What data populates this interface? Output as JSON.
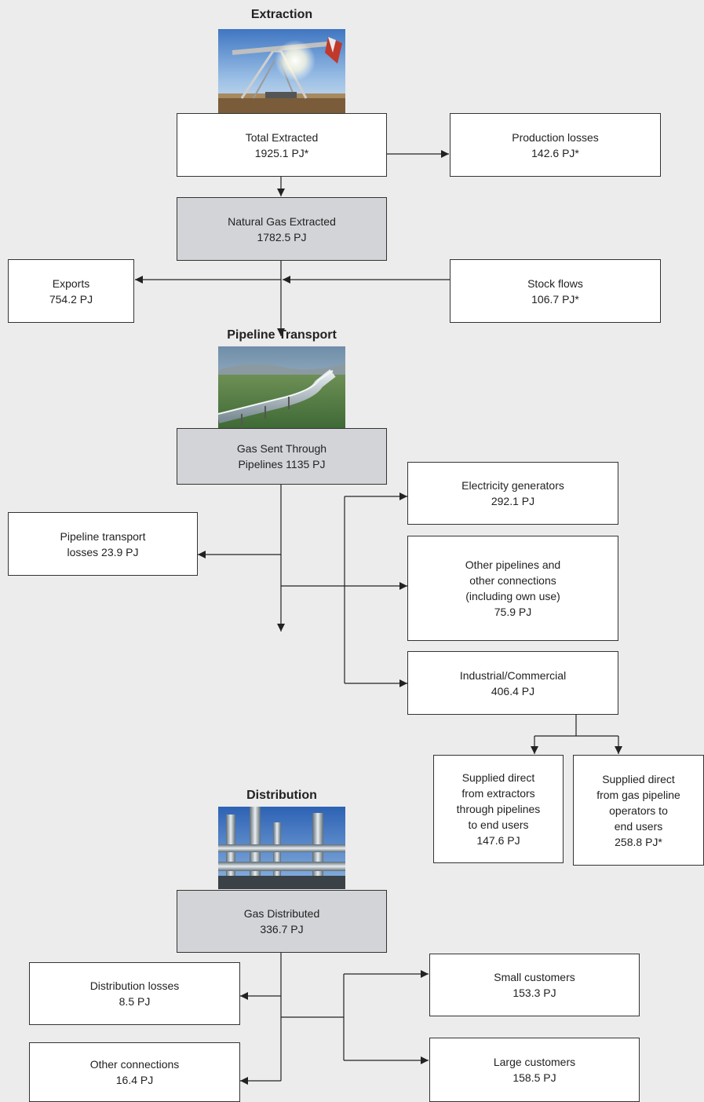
{
  "sections": {
    "extraction": "Extraction",
    "pipeline_transport": "Pipeline Transport",
    "distribution": "Distribution"
  },
  "photos": {
    "extraction": "oil-pump-jack-photo",
    "pipeline": "gas-pipeline-landscape-photo",
    "distribution": "industrial-pipework-photo"
  },
  "nodes": {
    "total_extracted": [
      "Total Extracted",
      "1925.1 PJ*"
    ],
    "production_losses": [
      "Production losses",
      "142.6 PJ*"
    ],
    "natural_gas_extracted": [
      "Natural Gas Extracted",
      "1782.5 PJ"
    ],
    "exports": [
      "Exports",
      "754.2 PJ"
    ],
    "stock_flows": [
      "Stock flows",
      "106.7 PJ*"
    ],
    "gas_sent_through_pipelines": [
      "Gas Sent Through",
      "Pipelines 1135 PJ"
    ],
    "pipeline_transport_losses": [
      "Pipeline transport",
      "losses 23.9 PJ"
    ],
    "electricity_generators": [
      "Electricity generators",
      "292.1 PJ"
    ],
    "other_pipelines": [
      "Other pipelines and",
      "other connections",
      "(including own use)",
      "75.9 PJ"
    ],
    "industrial_commercial": [
      "Industrial/Commercial",
      "406.4  PJ"
    ],
    "supplied_direct_extractors": [
      "Supplied direct",
      "from extractors",
      "through pipelines",
      "to end users",
      "147.6  PJ"
    ],
    "supplied_direct_operators": [
      "Supplied direct",
      "from gas pipeline",
      "operators to",
      "end users",
      "258.8  PJ*"
    ],
    "gas_distributed": [
      "Gas Distributed",
      "336.7 PJ"
    ],
    "distribution_losses": [
      "Distribution losses",
      "8.5  PJ"
    ],
    "other_connections": [
      "Other connections",
      "16.4 PJ"
    ],
    "small_customers": [
      "Small customers",
      "153.3  PJ"
    ],
    "large_customers": [
      "Large customers",
      "158.5  PJ"
    ]
  },
  "colors": {
    "background": "#ececec",
    "box_fill": "#ffffff",
    "shaded_box_fill": "#d3d4d8",
    "line": "#222222"
  }
}
